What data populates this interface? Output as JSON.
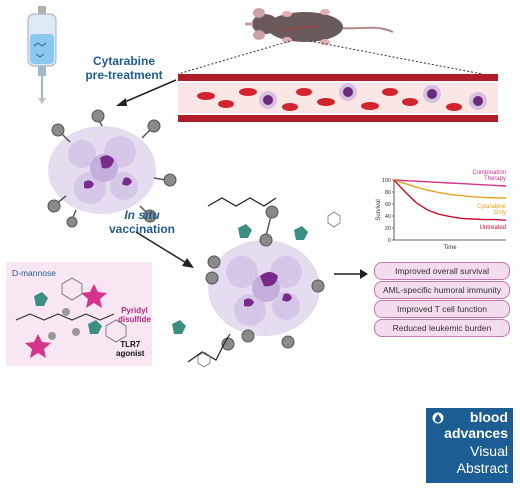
{
  "labels": {
    "pretreatment_line1": "Cytarabine",
    "pretreatment_line2": "pre-treatment",
    "vaccination_line1": "In situ",
    "vaccination_line2": "vaccination",
    "mannose": "D-mannose",
    "pyridyl_line1": "Pyridyl",
    "pyridyl_line2": "disulfide",
    "tlr7_line1": "TLR7",
    "tlr7_line2": "agonist"
  },
  "outcomes": [
    "Improved overall survival",
    "AML-specific humoral immunity",
    "Improved T cell function",
    "Reduced leukemic burden"
  ],
  "chart_data": {
    "type": "line",
    "xlabel": "Time",
    "ylabel": "Survival",
    "ylim": [
      0,
      100
    ],
    "yticks": [
      0,
      20,
      40,
      60,
      80,
      100
    ],
    "x": [
      0,
      0.1,
      0.2,
      0.3,
      0.4,
      0.5,
      0.6,
      0.7,
      0.8,
      0.9,
      1.0
    ],
    "series": [
      {
        "name": "Combination Therapy",
        "color": "#d6338c",
        "values": [
          100,
          99,
          98,
          97,
          96,
          95,
          94,
          93,
          92,
          91,
          90
        ]
      },
      {
        "name": "Cytarabine Only",
        "color": "#f0a020",
        "values": [
          100,
          94,
          88,
          83,
          79,
          76,
          74,
          72,
          71,
          70,
          70
        ]
      },
      {
        "name": "Untreated",
        "color": "#c8102e",
        "values": [
          100,
          80,
          62,
          50,
          43,
          39,
          36,
          35,
          34,
          34,
          33
        ]
      }
    ]
  },
  "series_labels": {
    "combination_line1": "Combination",
    "combination_line2": "Therapy",
    "cytarabine_line1": "Cytarabine",
    "cytarabine_line2": "Only",
    "untreated": "Untreated"
  },
  "logo": {
    "line1": "blood",
    "line2": "advances",
    "line3": "Visual",
    "line4": "Abstract"
  }
}
